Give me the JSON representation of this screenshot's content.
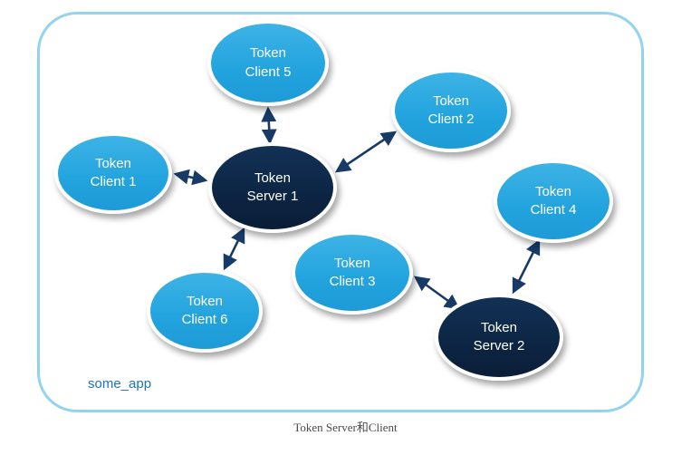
{
  "diagram": {
    "container_label": "some_app",
    "caption": "Token Server和Client",
    "colors": {
      "client_fill": "#29abe2",
      "server_fill": "#0c2340",
      "frame_border": "#93d2f1",
      "arrow": "#173a66",
      "app_label": "#1b75bc"
    },
    "nodes": [
      {
        "id": "token-client-5",
        "type": "client",
        "label": "Token\nClient 5"
      },
      {
        "id": "token-client-2",
        "type": "client",
        "label": "Token\nClient 2"
      },
      {
        "id": "token-client-1",
        "type": "client",
        "label": "Token\nClient 1"
      },
      {
        "id": "token-server-1",
        "type": "server",
        "label": "Token\nServer 1"
      },
      {
        "id": "token-client-4",
        "type": "client",
        "label": "Token\nClient 4"
      },
      {
        "id": "token-client-3",
        "type": "client",
        "label": "Token\nClient 3"
      },
      {
        "id": "token-client-6",
        "type": "client",
        "label": "Token\nClient 6"
      },
      {
        "id": "token-server-2",
        "type": "server",
        "label": "Token\nServer 2"
      }
    ],
    "edges": [
      {
        "from": "token-server-1",
        "to": "token-client-5",
        "bidirectional": true
      },
      {
        "from": "token-server-1",
        "to": "token-client-1",
        "bidirectional": true
      },
      {
        "from": "token-server-1",
        "to": "token-client-2",
        "bidirectional": true
      },
      {
        "from": "token-server-1",
        "to": "token-client-6",
        "bidirectional": true
      },
      {
        "from": "token-client-3",
        "to": "token-server-2",
        "bidirectional": true
      },
      {
        "from": "token-client-4",
        "to": "token-server-2",
        "bidirectional": true
      }
    ]
  }
}
